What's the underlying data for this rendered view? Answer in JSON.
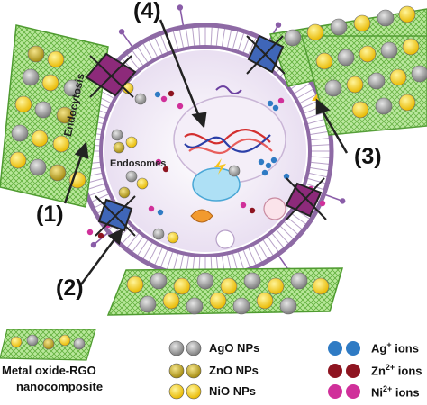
{
  "labels": {
    "step1": "(1)",
    "step2": "(2)",
    "step3": "(3)",
    "step4": "(4)",
    "endocytosis": "Endocytosis",
    "endosomes": "Endosomes"
  },
  "legend": {
    "sheet_line1": "Metal oxide-RGO",
    "sheet_line2": "nanocomposite",
    "ago": "AgO NPs",
    "zno": "ZnO NPs",
    "nio": "NiO NPs",
    "ag_ion_base": "Ag",
    "ag_ion_sup": "+",
    "ag_ion_suffix": " ions",
    "zn_ion_base": "Zn",
    "zn_ion_sup": "2+",
    "zn_ion_suffix": " ions",
    "ni_ion_base": "Ni",
    "ni_ion_sup": "2+",
    "ni_ion_suffix": " ions"
  },
  "colors": {
    "rgo_green": "#8fd06a",
    "membrane_purple": "#7b4f8f",
    "cytoplasm": "#ede3f3",
    "ago_grey": "#9a9a9a",
    "zno_gold": "#c7b02e",
    "nio_yellow": "#f7d31a",
    "ag_ion_blue": "#2f7bc4",
    "zn_ion_red": "#8e1420",
    "ni_ion_pink": "#d0309a"
  }
}
